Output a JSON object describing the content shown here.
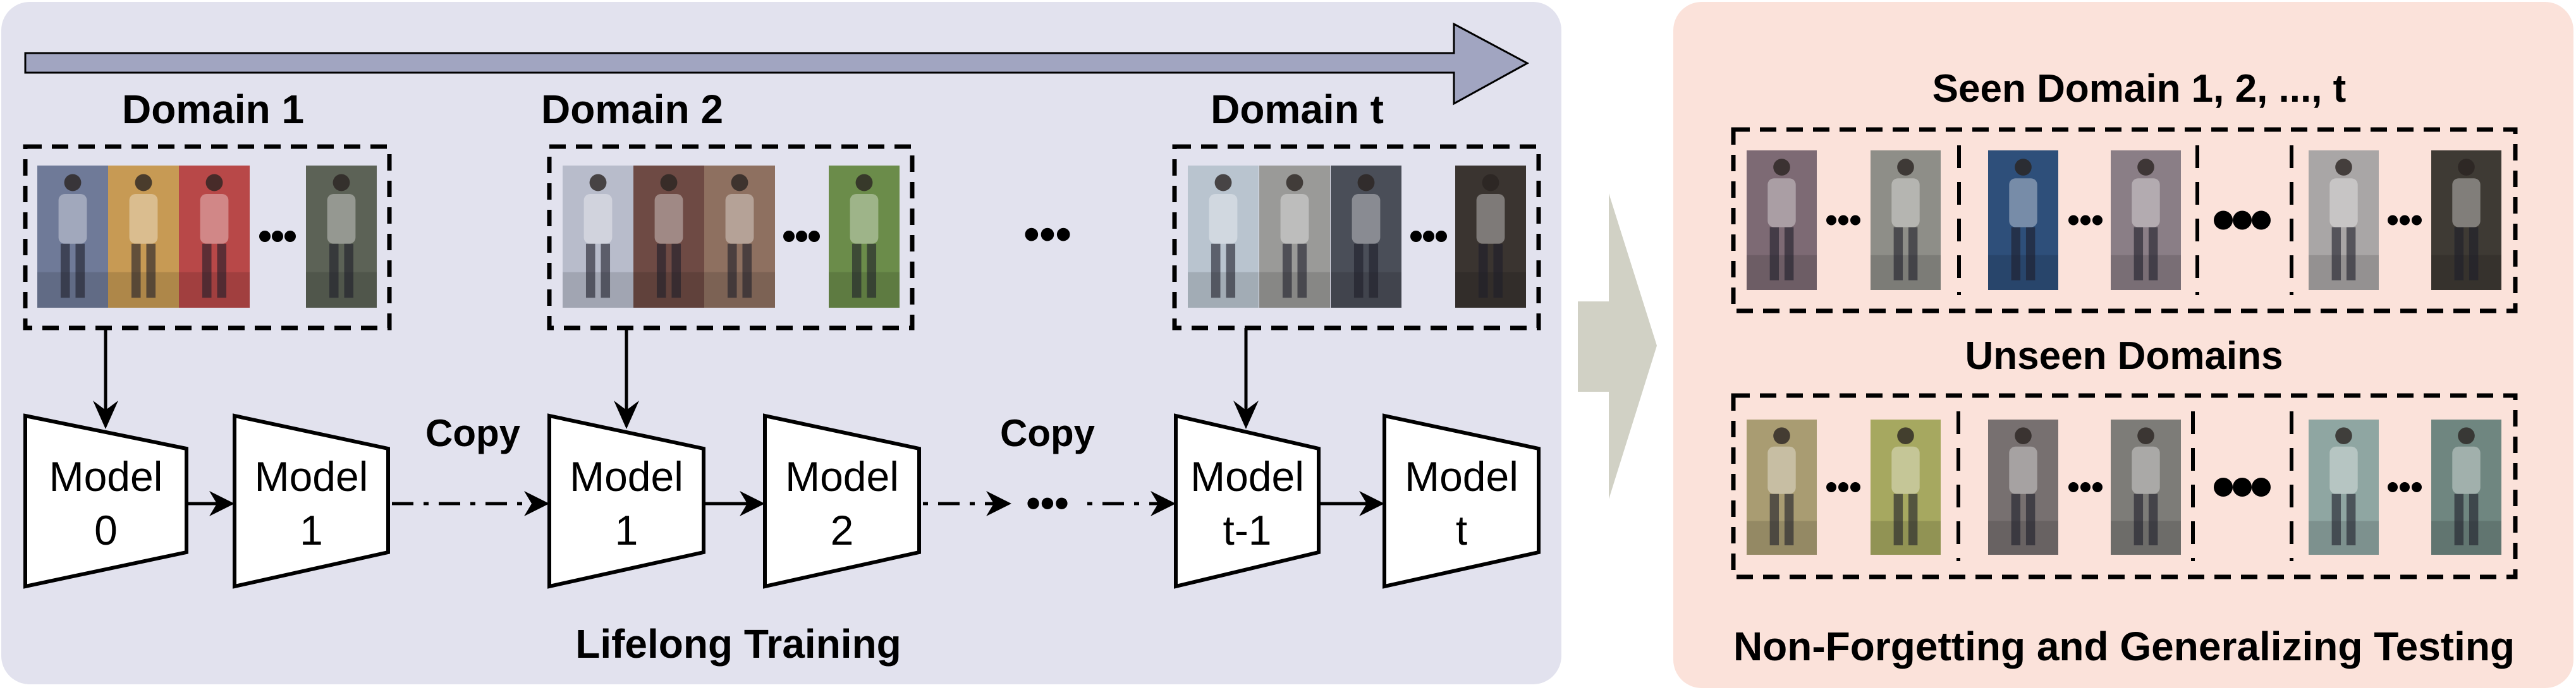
{
  "colors": {
    "training_panel": "#e2e2ee",
    "timeline_arrow": "#a1a5c1",
    "testing_panel": "#fbe2da",
    "transition_arrow": "#d1d1c5"
  },
  "training": {
    "title": "Lifelong Training",
    "domains": [
      {
        "label": "Domain 1",
        "image_colors": [
          "#6f7a98",
          "#c79a54",
          "#b84848",
          "#5c6256"
        ]
      },
      {
        "label": "Domain 2",
        "image_colors": [
          "#b8bccb",
          "#6e4a44",
          "#8e7060",
          "#6b8c4a"
        ]
      },
      {
        "label": "Domain t",
        "image_colors": [
          "#b9c4cf",
          "#9a9a98",
          "#4a4e58",
          "#3a3430"
        ]
      }
    ],
    "ellipsis": "•••",
    "small_ellipsis": "•••",
    "copy_label": "Copy",
    "models": [
      {
        "name": "Model",
        "index": "0"
      },
      {
        "name": "Model",
        "index": "1"
      },
      {
        "name": "Model",
        "index": "1"
      },
      {
        "name": "Model",
        "index": "2"
      },
      {
        "name": "Model",
        "index": "t-1"
      },
      {
        "name": "Model",
        "index": "t"
      }
    ]
  },
  "testing": {
    "title": "Non-Forgetting and Generalizing Testing",
    "seen_label": "Seen Domain 1, 2, ..., t",
    "unseen_label": "Unseen Domains",
    "seen_image_colors": [
      "#7d6a74",
      "#8e8e88",
      "#2e4f7a",
      "#8a7e86",
      "#a9a6a6",
      "#3e3a34"
    ],
    "unseen_image_colors": [
      "#a99c72",
      "#a6a860",
      "#777070",
      "#7d7c78",
      "#8fa6a2",
      "#6f8680"
    ]
  }
}
